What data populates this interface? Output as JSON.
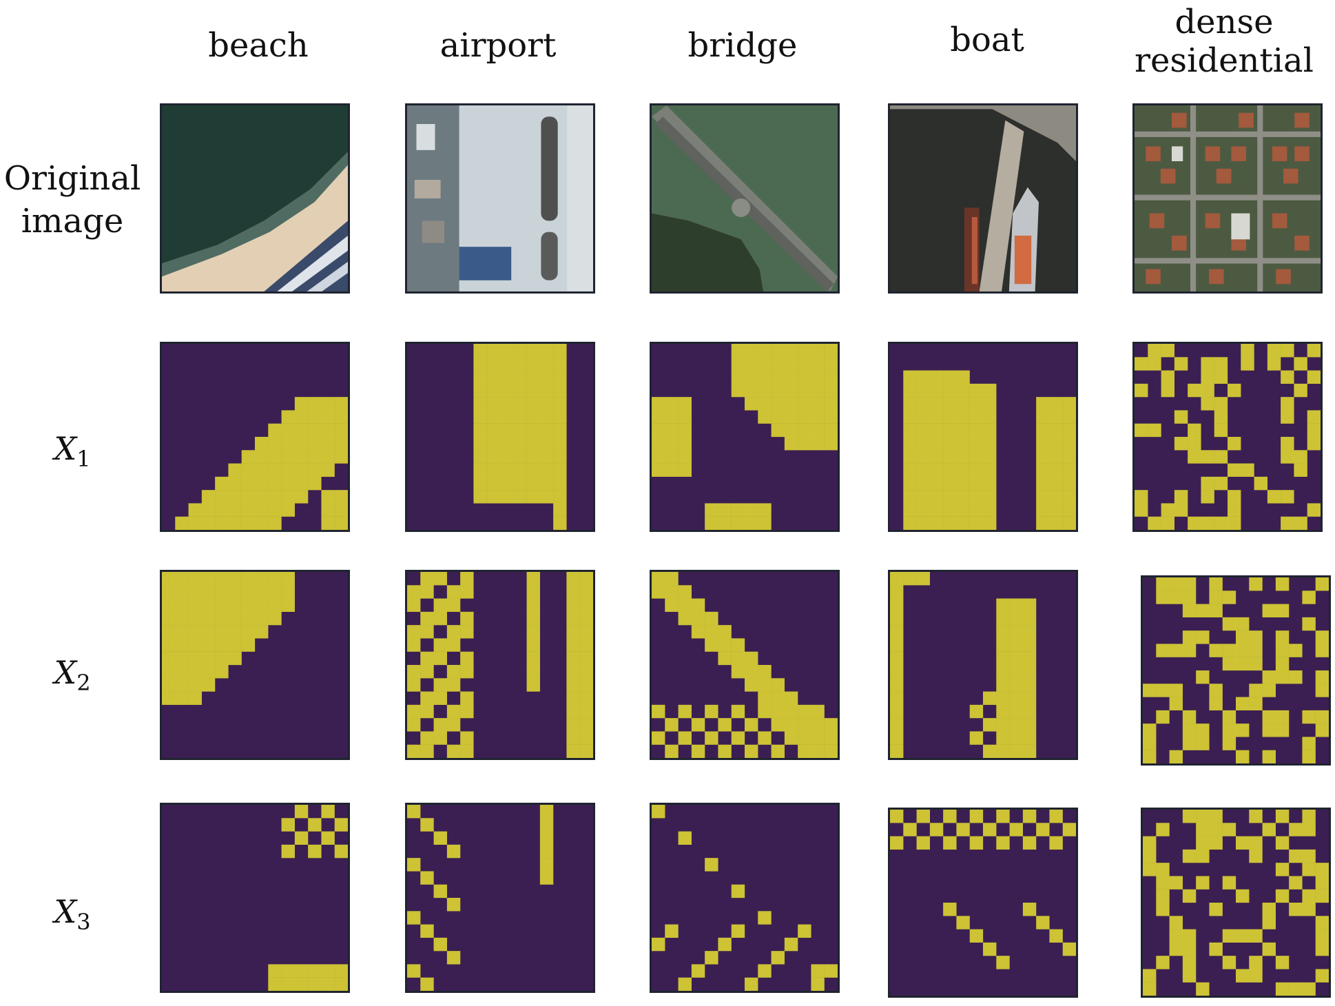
{
  "columns": [
    "beach",
    "airport",
    "bridge",
    "boat",
    "dense residential"
  ],
  "rows": [
    {
      "label_lines": [
        "Original",
        "image"
      ]
    },
    {
      "var": "X",
      "sub": "1"
    },
    {
      "var": "X",
      "sub": "2"
    },
    {
      "var": "X",
      "sub": "3"
    }
  ],
  "colors": {
    "overlay_low": "#3b1f52",
    "overlay_high": "#e8e030",
    "frame": "#1f2430"
  }
}
